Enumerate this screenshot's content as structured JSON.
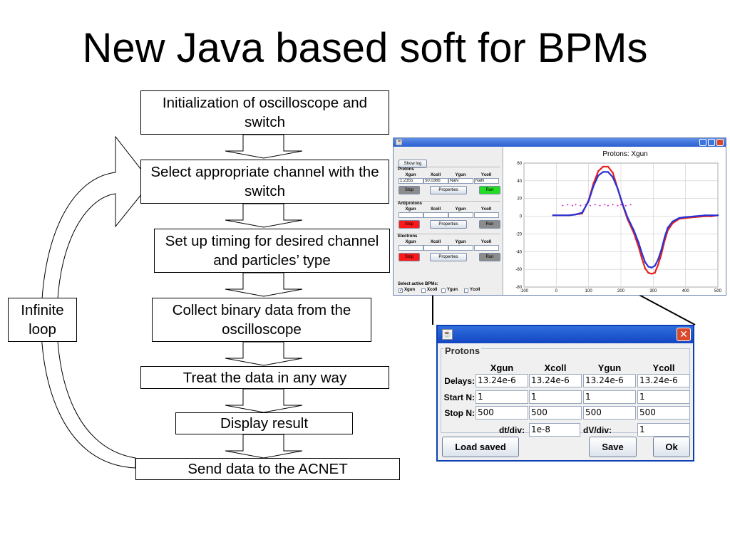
{
  "title": "New Java based soft for BPMs",
  "flow": {
    "steps": [
      "Initialization of oscilloscope and switch",
      "Select appropriate channel with the switch",
      "Set up timing for desired channel and particles’ type",
      "Collect binary data from the oscilloscope",
      "Treat the data in any way",
      "Display result",
      "Send data to the ACNET"
    ],
    "loop_label": "Infinite loop"
  },
  "app": {
    "show_log": "Show log",
    "groups": [
      {
        "name": "Protons",
        "columns": [
          "Xgun",
          "Xcoll",
          "Ygun",
          "Ycoll"
        ],
        "values": [
          "1.2355",
          "50.0366",
          "NaN",
          "NaN"
        ],
        "stop": "Stop",
        "properties": "Properties",
        "run": "Run",
        "stop_color": "#8c8c8c",
        "run_color": "#22dd22"
      },
      {
        "name": "Antiprotons",
        "columns": [
          "Xgun",
          "Xcoll",
          "Ygun",
          "Ycoll"
        ],
        "values": [
          "",
          "",
          "",
          ""
        ],
        "stop": "Stop",
        "properties": "Properties",
        "run": "Run",
        "stop_color": "#ff1a1a",
        "run_color": "#8c8c8c"
      },
      {
        "name": "Electrons",
        "columns": [
          "Xgun",
          "Xcoll",
          "Ygun",
          "Ycoll"
        ],
        "values": [
          "",
          "",
          "",
          ""
        ],
        "stop": "Stop",
        "properties": "Properties",
        "run": "Run",
        "stop_color": "#ff1a1a",
        "run_color": "#8c8c8c"
      }
    ],
    "select_active": "Select active BPMs:",
    "bpm_checks": [
      {
        "label": "Xgun",
        "checked": true
      },
      {
        "label": "Xcoll",
        "checked": false
      },
      {
        "label": "Ygun",
        "checked": false
      },
      {
        "label": "Ycoll",
        "checked": false
      }
    ]
  },
  "chart_data": {
    "type": "line",
    "title": "Protons: Xgun",
    "xlim": [
      -100,
      500
    ],
    "ylim": [
      -80,
      60
    ],
    "xticks": [
      "-100",
      "0",
      "100",
      "200",
      "300",
      "400",
      "500"
    ],
    "yticks": [
      "60",
      "40",
      "20",
      "0",
      "-20",
      "-40",
      "-60",
      "-80"
    ],
    "grid": true,
    "series": [
      {
        "color": "#e8211f",
        "x": [
          -10,
          40,
          60,
          80,
          100,
          115,
          130,
          145,
          160,
          175,
          190,
          205,
          220,
          240,
          255,
          265,
          275,
          285,
          295,
          305,
          315,
          325,
          335,
          345,
          360,
          380,
          400,
          430,
          460,
          480,
          500
        ],
        "y": [
          1,
          1,
          2,
          3,
          18,
          37,
          51,
          56,
          56,
          49,
          31,
          13,
          -3,
          -19,
          -35,
          -48,
          -59,
          -64,
          -65,
          -64,
          -55,
          -43,
          -28,
          -16,
          -8,
          -3,
          -2,
          -1,
          0,
          0,
          1
        ]
      },
      {
        "color": "#2533d8",
        "x": [
          -10,
          40,
          60,
          80,
          100,
          115,
          130,
          145,
          160,
          175,
          190,
          205,
          220,
          240,
          255,
          265,
          275,
          285,
          295,
          305,
          315,
          325,
          335,
          345,
          360,
          380,
          400,
          430,
          460,
          480,
          500
        ],
        "y": [
          1,
          1,
          2,
          4,
          17,
          34,
          46,
          50,
          50,
          44,
          31,
          14,
          -1,
          -16,
          -30,
          -42,
          -52,
          -57,
          -58,
          -56,
          -49,
          -38,
          -24,
          -13,
          -6,
          -2,
          -1,
          0,
          1,
          1,
          1
        ]
      },
      {
        "color": "#cc22cc",
        "x": [
          20,
          35,
          50,
          60,
          75,
          90,
          105,
          120,
          135,
          150,
          160,
          175,
          190,
          200,
          215,
          230
        ],
        "y": [
          12,
          13,
          12,
          13,
          12,
          13,
          12,
          13,
          12,
          13,
          12,
          13,
          12,
          13,
          12,
          13
        ]
      }
    ]
  },
  "dialog": {
    "group": "Protons",
    "columns": [
      "Xgun",
      "Xcoll",
      "Ygun",
      "Ycoll"
    ],
    "rows": [
      {
        "label": "Delays:",
        "values": [
          "13.24e-6",
          "13.24e-6",
          "13.24e-6",
          "13.24e-6"
        ]
      },
      {
        "label": "Start N:",
        "values": [
          "1",
          "1",
          "1",
          "1"
        ]
      },
      {
        "label": "Stop N:",
        "values": [
          "500",
          "500",
          "500",
          "500"
        ]
      }
    ],
    "dt_label": "dt/div:",
    "dt_value": "1e-8",
    "dv_label": "dV/div:",
    "dv_value": "1",
    "close_glyph": "✕",
    "load_saved": "Load saved",
    "save": "Save",
    "ok": "Ok"
  }
}
